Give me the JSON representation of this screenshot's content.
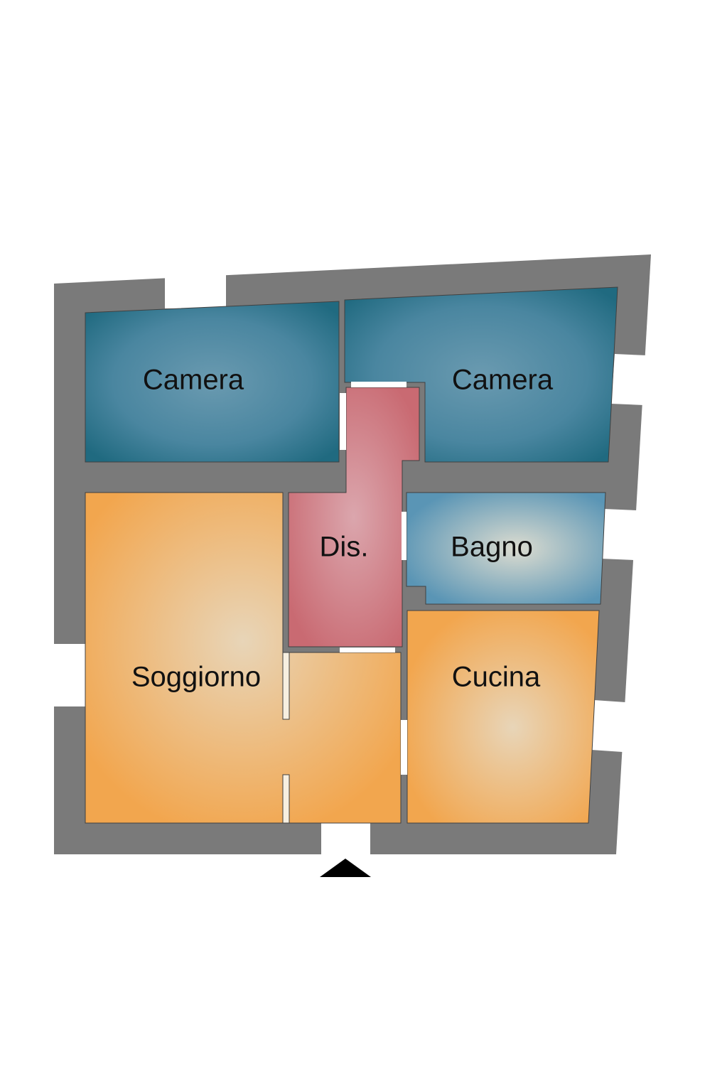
{
  "rooms": {
    "camera_left": {
      "label": "Camera"
    },
    "camera_right": {
      "label": "Camera"
    },
    "disimpegno": {
      "label": "Dis."
    },
    "bagno": {
      "label": "Bagno"
    },
    "soggiorno": {
      "label": "Soggiorno"
    },
    "cucina": {
      "label": "Cucina"
    }
  },
  "colors": {
    "wall": "#7a7a7a",
    "bedroom_outer": "#206a80",
    "bedroom_inner": "#6a9ab0",
    "corridor_outer": "#c96a72",
    "corridor_inner": "#dba6ad",
    "bath_outer": "#5a95b5",
    "bath_inner": "#dcdcd0",
    "living_outer": "#f2a64e",
    "living_inner": "#e8d5b8",
    "opening": "#ffffff",
    "entrance_arrow": "#000000"
  },
  "icons": {
    "entrance": "entrance-arrow-icon"
  }
}
